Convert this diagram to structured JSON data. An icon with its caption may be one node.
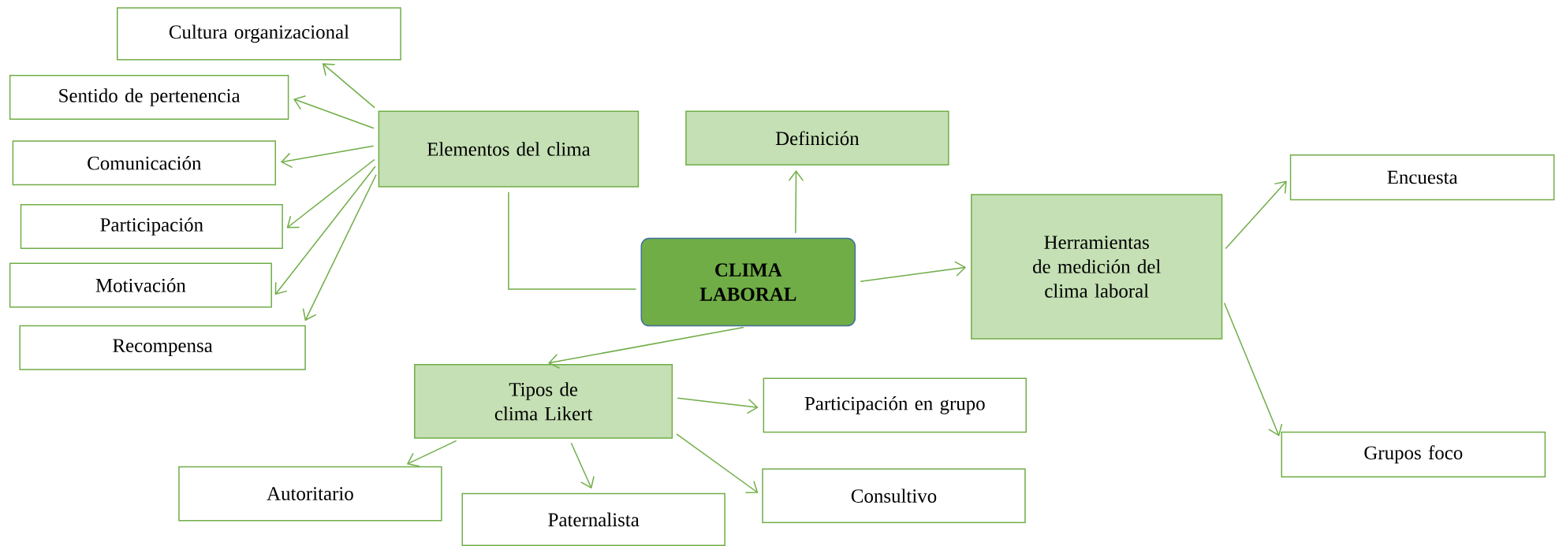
{
  "diagram": {
    "nodes": [
      {
        "text": [
          "CLIMA LABORAL"
        ]
      },
      {
        "text": [
          "Elementos del clima"
        ]
      },
      {
        "text": [
          "Cultura organizacional"
        ]
      },
      {
        "text": [
          "Sentido de pertenencia"
        ]
      },
      {
        "text": [
          "Comunicación"
        ]
      },
      {
        "text": [
          "Participación"
        ]
      },
      {
        "text": [
          "Motivación"
        ]
      },
      {
        "text": [
          "Recompensa"
        ]
      },
      {
        "text": [
          "Definición"
        ]
      },
      {
        "text": [
          "Herramientas de medición del clima laboral"
        ]
      },
      {
        "text": [
          "Encuesta"
        ]
      },
      {
        "text": [
          "Grupos foco"
        ]
      },
      {
        "text": [
          "Tipos de clima Likert"
        ]
      },
      {
        "text": [
          "Participación en grupo"
        ]
      },
      {
        "text": [
          "Autoritario"
        ]
      },
      {
        "text": [
          "Paternalista"
        ]
      },
      {
        "text": [
          "Consultivo"
        ]
      }
    ],
    "edges": [
      {
        "from": 0,
        "to": 1,
        "arrow": "none"
      },
      {
        "from": 1,
        "to": 2,
        "arrow": "to"
      },
      {
        "from": 1,
        "to": 3,
        "arrow": "to"
      },
      {
        "from": 1,
        "to": 4,
        "arrow": "to"
      },
      {
        "from": 1,
        "to": 5,
        "arrow": "to"
      },
      {
        "from": 1,
        "to": 6,
        "arrow": "to"
      },
      {
        "from": 1,
        "to": 7,
        "arrow": "to"
      },
      {
        "from": 0,
        "to": 8,
        "arrow": "to"
      },
      {
        "from": 0,
        "to": 9,
        "arrow": "to"
      },
      {
        "from": 9,
        "to": 10,
        "arrow": "to"
      },
      {
        "from": 9,
        "to": 11,
        "arrow": "to"
      },
      {
        "from": 0,
        "to": 12,
        "arrow": "to"
      },
      {
        "from": 12,
        "to": 13,
        "arrow": "to"
      },
      {
        "from": 12,
        "to": 14,
        "arrow": "to"
      },
      {
        "from": 12,
        "to": 15,
        "arrow": "to"
      },
      {
        "from": 12,
        "to": 16,
        "arrow": "to"
      }
    ]
  }
}
